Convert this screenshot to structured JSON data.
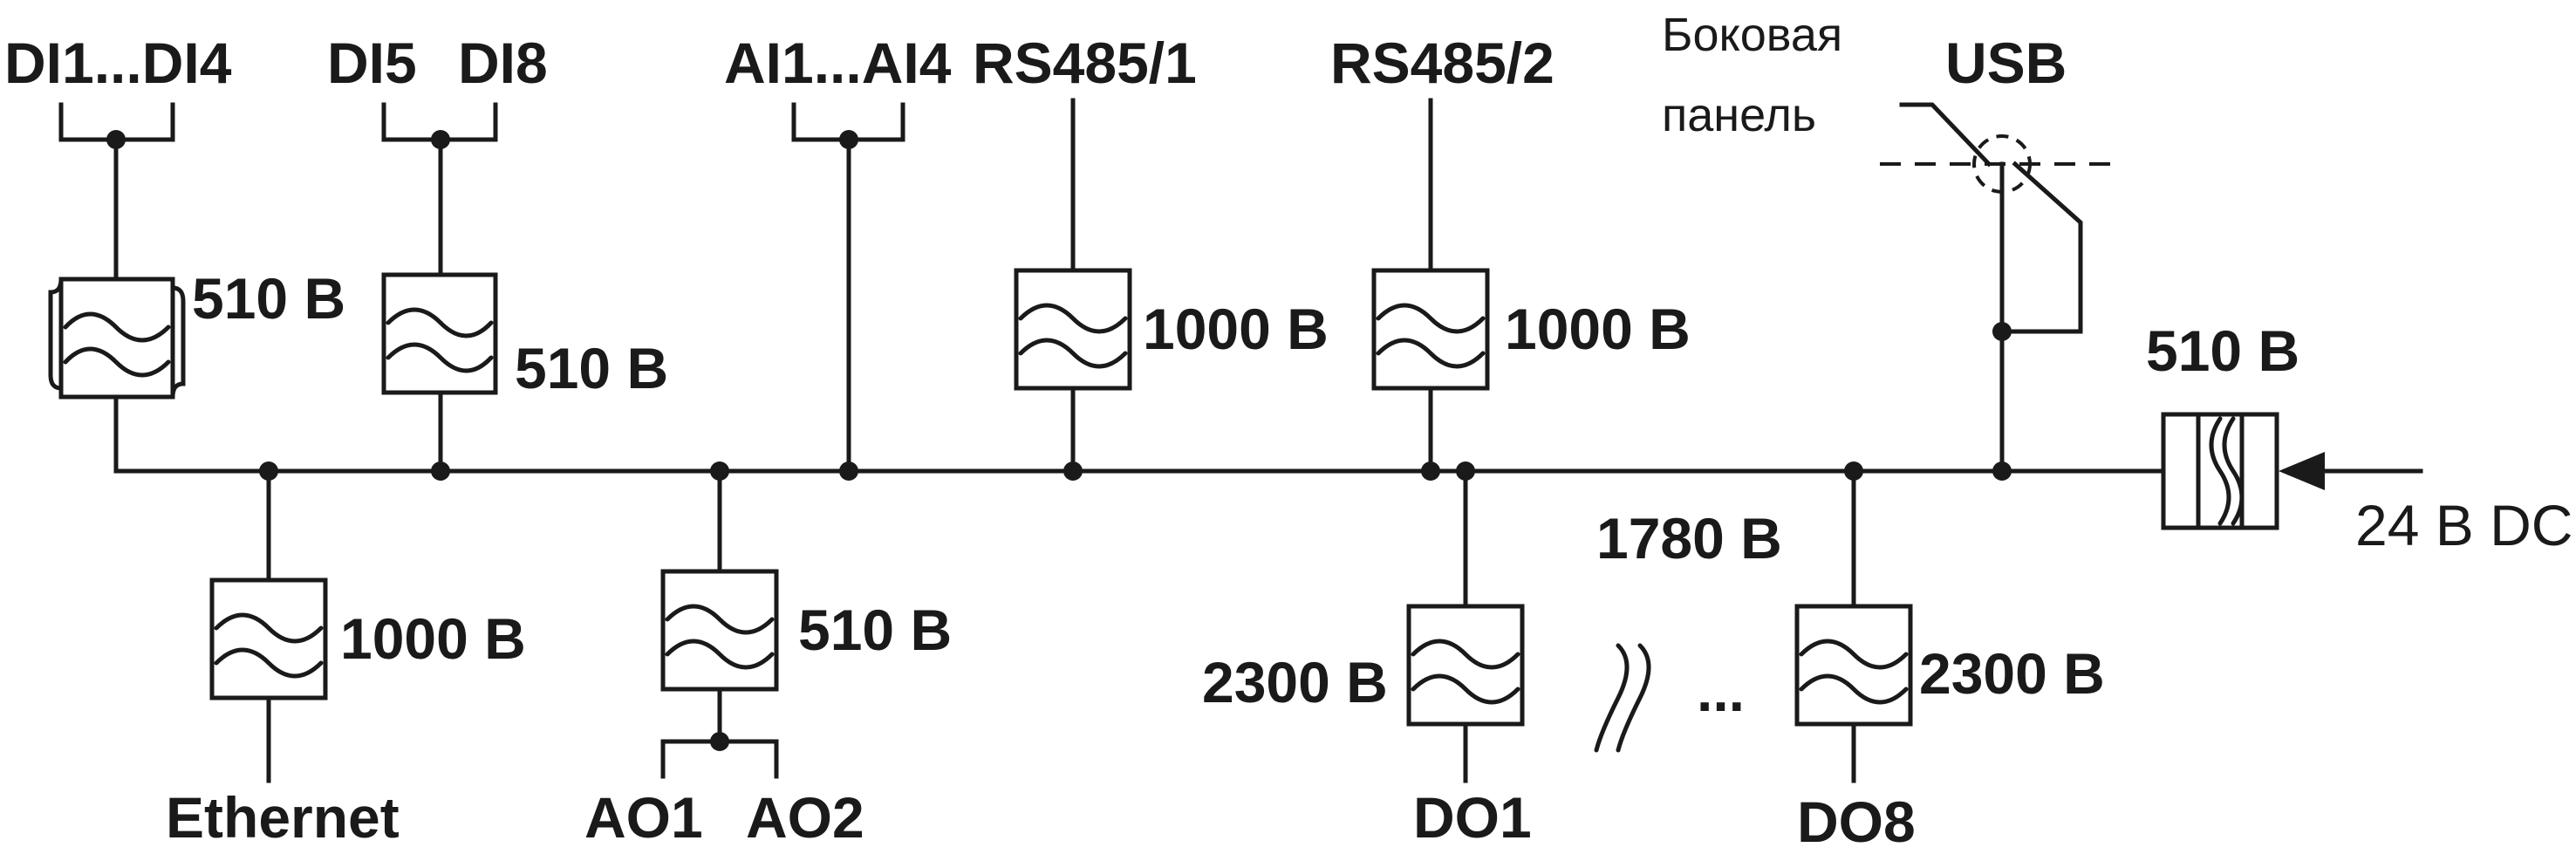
{
  "ports": {
    "di1_4": "DI1...DI4",
    "di5": "DI5",
    "di8": "DI8",
    "ai1_4": "AI1...AI4",
    "rs485_1": "RS485/1",
    "rs485_2": "RS485/2",
    "usb": "USB",
    "ethernet": "Ethernet",
    "ao1": "AO1",
    "ao2": "AO2",
    "do1": "DO1",
    "do8": "DO8"
  },
  "side_panel": {
    "line1": "Боковая",
    "line2": "панель"
  },
  "isolation": {
    "di1_4": "510 В",
    "di5_8": "510 В",
    "rs485_1": "1000 В",
    "rs485_2": "1000 В",
    "power": "510 В",
    "ethernet": "1000 В",
    "ao": "510 В",
    "do1": "2300 В",
    "do8": "2300 В",
    "do_between": "1780 В"
  },
  "power_input": "24 В DC",
  "ellipsis": "..."
}
